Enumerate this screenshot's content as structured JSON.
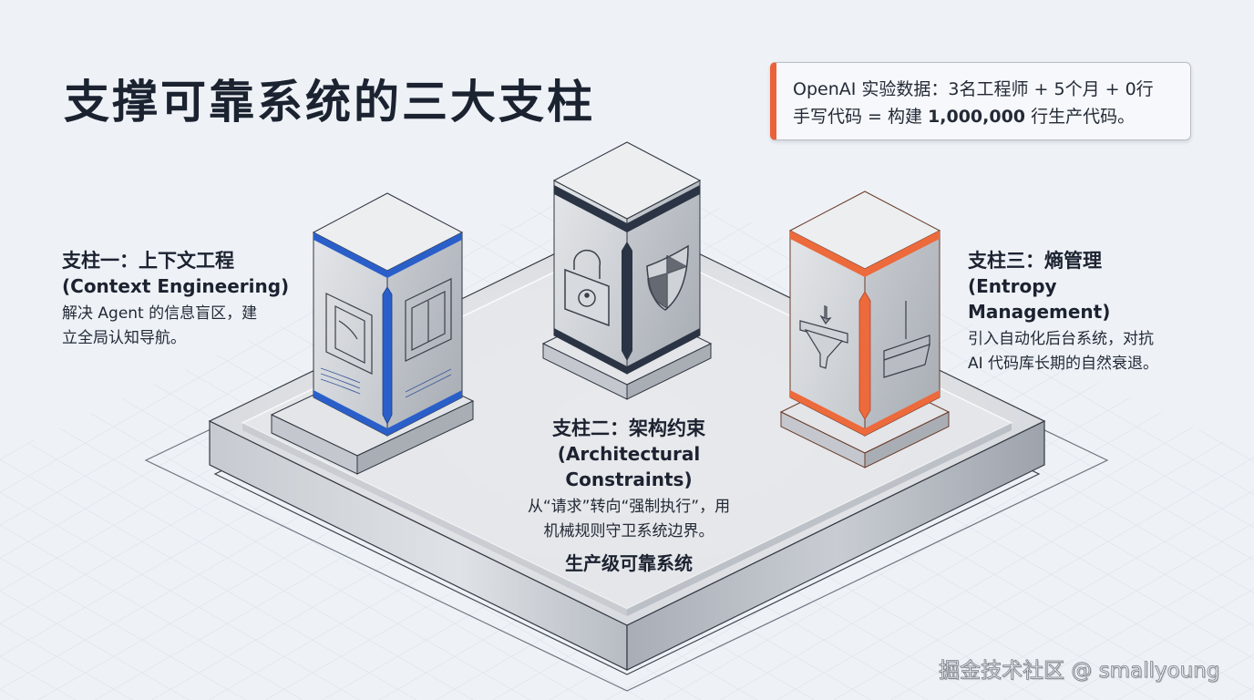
{
  "title": "支撑可靠系统的三大支柱",
  "callout": {
    "line1": "OpenAI 实验数据：3名工程师 + 5个月 + 0行",
    "line2_prefix": "手写代码 = 构建 ",
    "line2_bold": "1,000,000",
    "line2_suffix": " 行生产代码。",
    "accent_color": "#e8623a"
  },
  "pillars": [
    {
      "title": "支柱一：上下文工程",
      "subtitle": "(Context Engineering)",
      "desc_line1": "解决 Agent 的信息盲区，建",
      "desc_line2": "立全局认知导航。",
      "accent_color": "#2a5fc9",
      "icons": [
        "blueprint-map-icon",
        "floor-plan-icon"
      ]
    },
    {
      "title": "支柱二：架构约束",
      "subtitle": "(Architectural Constraints)",
      "desc_line1": "从“请求”转向“强制执行”，用",
      "desc_line2": "机械规则守卫系统边界。",
      "accent_color": "#2b3444",
      "icons": [
        "padlock-icon",
        "shield-icon"
      ]
    },
    {
      "title": "支柱三：熵管理",
      "subtitle": "(Entropy Management)",
      "desc_line1": "引入自动化后台系统，对抗",
      "desc_line2": "AI 代码库长期的自然衰退。",
      "accent_color": "#ec6a3c",
      "icons": [
        "funnel-filter-icon",
        "broom-icon"
      ]
    }
  ],
  "foundation": {
    "label": "生产级可靠系统"
  },
  "watermark": "掘金技术社区 @ smallyoung"
}
